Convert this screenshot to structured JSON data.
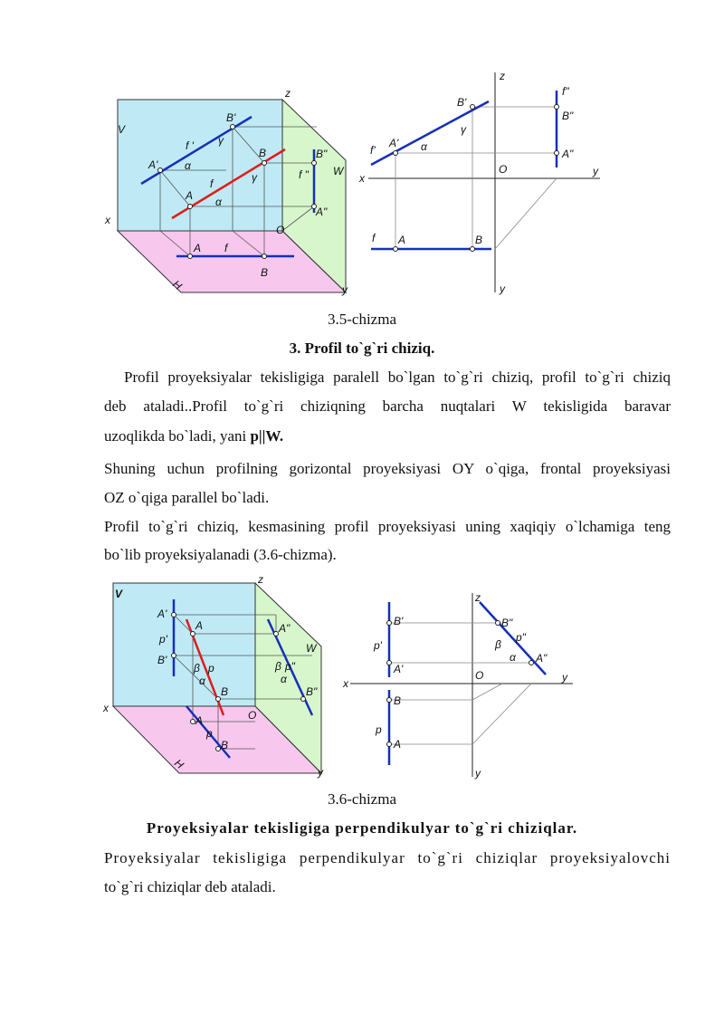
{
  "fig1": {
    "caption": "3.5-chizma",
    "left": {
      "plane_v": "V",
      "plane_h": "H",
      "plane_w": "W",
      "axis_x": "x",
      "axis_y": "y",
      "axis_z": "z",
      "origin": "O",
      "pt_a1": "A'",
      "pt_b1": "B'",
      "pt_a": "A",
      "pt_b": "B",
      "pt_a3": "A\"",
      "pt_b3": "B\"",
      "pt_ah": "A",
      "pt_bh": "B",
      "line_f1": "f '",
      "line_f": "f",
      "line_f3": "f \"",
      "line_fh": "f",
      "alpha1": "α",
      "alpha2": "α",
      "gamma1": "γ",
      "gamma2": "γ"
    },
    "right": {
      "axis_x": "x",
      "axis_y": "y",
      "axis_z": "z",
      "axis_y2": "y",
      "origin": "O",
      "pt_a1": "A'",
      "pt_b1": "B'",
      "pt_a3": "A\"",
      "pt_b3": "B\"",
      "pt_a": "A",
      "pt_b": "B",
      "line_f1": "f'",
      "line_f3": "f\"",
      "line_f": "f",
      "alpha": "α",
      "gamma": "γ"
    }
  },
  "section1": {
    "heading": "3. Profil to`g`ri chiziq.",
    "p1_l1": "Profil proyeksiyalar tekisligiga paralell bo`lgan to`g`ri chiziq, profil to`g`ri chiziq",
    "p1_l2": "deb ataladi..Profil to`g`ri chiziqning barcha nuqtalari W tekisligida baravar",
    "p1_l3a": "uzoqlikda bo`ladi, yani ",
    "p1_l3b": "p||W.",
    "p2_l1": "Shuning uchun profilning gorizontal proyeksiyasi OY o`qiga, frontal proyeksiyasi",
    "p2_l2": "OZ o`qiga parallel bo`ladi.",
    "p3_l1": "Profil to`g`ri chiziq, kesmasining profil proyeksiyasi uning xaqiqiy o`lchamiga teng",
    "p3_l2": "bo`lib proyeksiyalanadi (3.6-chizma)."
  },
  "fig2": {
    "caption": "3.6-chizma",
    "left": {
      "plane_v": "V",
      "plane_h": "H",
      "plane_w": "W",
      "axis_x": "x",
      "axis_y": "y",
      "axis_z": "z",
      "origin": "O",
      "pt_a1": "A'",
      "pt_b1": "B'",
      "pt_a": "A",
      "pt_b": "B",
      "pt_a3": "A\"",
      "pt_b3": "B\"",
      "pt_ah": "A",
      "pt_bh": "B",
      "line_p1": "p'",
      "line_p": "p",
      "line_p3": "p\"",
      "line_ph": "p",
      "beta1": "β",
      "alpha1": "α",
      "beta2": "β",
      "alpha2": "α"
    },
    "right": {
      "axis_x": "x",
      "axis_y": "y",
      "axis_z": "z",
      "axis_y2": "y",
      "origin": "O",
      "pt_b1": "B'",
      "pt_a1": "A'",
      "pt_b": "B",
      "pt_a": "A",
      "pt_b3": "B\"",
      "pt_a3": "A\"",
      "line_p1": "p'",
      "line_p": "p",
      "line_p3": "p\"",
      "beta": "β",
      "alpha": "α"
    }
  },
  "section2": {
    "heading": "Proyeksiyalar tekisligiga perpendikulyar to`g`ri chiziqlar.",
    "p1_l1": "Proyeksiyalar tekisligiga perpendikulyar to`g`ri chiziqlar proyeksiyalovchi",
    "p1_l2": "to`g`ri chiziqlar deb ataladi."
  }
}
